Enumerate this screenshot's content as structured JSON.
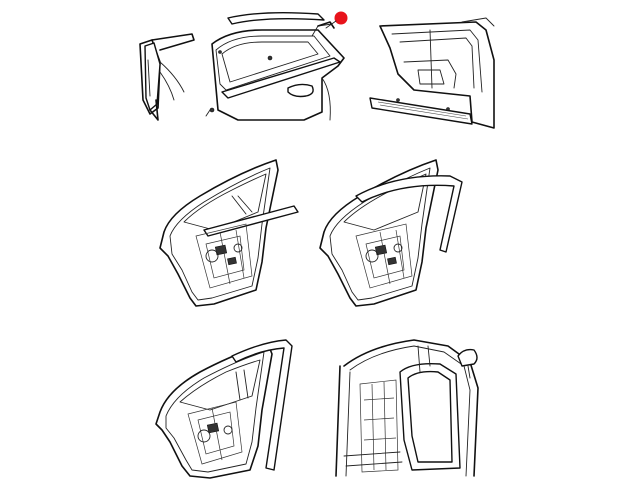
{
  "diagram": {
    "panels": [
      {
        "id": "pillar-trim"
      },
      {
        "id": "door-belt-molding"
      },
      {
        "id": "sill-scuff-plate"
      },
      {
        "id": "door-inner-belt-weatherstrip"
      },
      {
        "id": "door-glass-run-channel"
      },
      {
        "id": "door-opening-weatherstrip"
      },
      {
        "id": "body-opening-seal"
      }
    ],
    "callout": {
      "color": "#e8131b"
    }
  }
}
